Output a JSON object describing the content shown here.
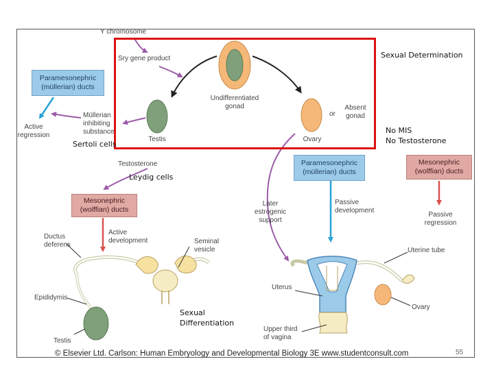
{
  "diagram": {
    "y_chromosome": "Y chromosome",
    "sry": "Sry gene product",
    "undiff_gonad": [
      "Undifferentiated",
      "gonad"
    ],
    "testis_top": "Testis",
    "ovary_top": "Ovary",
    "or": "or",
    "absent_gonad": [
      "Absent",
      "gonad"
    ],
    "param_left": [
      "Paramesonephric",
      "(müllerian) ducts"
    ],
    "active_regression": [
      "Active",
      "regression"
    ],
    "mis": [
      "Müllerian",
      "inhibiting",
      "substance"
    ],
    "testosterone": "Testosterone",
    "meso_left": [
      "Mesonephric",
      "(wolffian) ducts"
    ],
    "active_development": [
      "Active",
      "development"
    ],
    "ductus": [
      "Ductus",
      "deferens"
    ],
    "seminal": [
      "Seminal",
      "vesicle"
    ],
    "epididymis": "Epididymis",
    "testis_bottom": "Testis",
    "later_estrogenic": [
      "Later",
      "estrogenic",
      "support"
    ],
    "param_right": [
      "Paramesonephric",
      "(müllerian) ducts"
    ],
    "passive_development": [
      "Passive",
      "development"
    ],
    "meso_right": [
      "Mesonephric",
      "(wolffian) ducts"
    ],
    "passive_regression": [
      "Passive",
      "regression"
    ],
    "uterine_tube": "Uterine tube",
    "uterus": "Uterus",
    "ovary_bottom": "Ovary",
    "vagina": [
      "Upper third",
      "of vagina"
    ]
  },
  "annotations": {
    "sexual_determination": "Sexual Determination",
    "no_mis": "No MIS",
    "no_testosterone": "No Testosterone",
    "sertoli": "Sertoli cells",
    "leydig": "Leydig cells",
    "sexual_differentiation": [
      "Sexual",
      "Differentiation"
    ]
  },
  "footer": {
    "credit": "© Elsevier Ltd. Carlson: Human Embryology and Developmental Biology 3E www.studentconsult.com",
    "page": "55"
  },
  "colors": {
    "arrow_purple": "#9b5ba8",
    "arrow_blue": "#29a3d6",
    "arrow_red": "#d9534f",
    "highlight_red": "#dd1111",
    "gonad_green": "#7fa07a",
    "gonad_orange": "#f5b878"
  }
}
